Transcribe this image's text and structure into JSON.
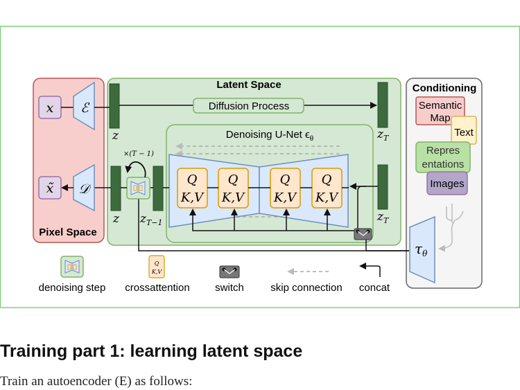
{
  "diagram": {
    "latent_space_label": "Latent Space",
    "pixel_space_label": "Pixel Space",
    "conditioning_label": "Conditioning",
    "diffusion_process_label": "Diffusion Process",
    "unet_label": "Denoising U-Net ϵ",
    "unet_sub": "θ",
    "x_symbol": "x",
    "xtilde_symbol": "x̃",
    "encoder_symbol": "ℰ",
    "decoder_symbol": "𝒟",
    "z_label": "z",
    "zT_label": "z",
    "zT_sub": "T",
    "zT1_label": "z",
    "zT1_sub": "T−1",
    "repeat_label": "×(T − 1)",
    "q_label": "Q",
    "kv_label": "K,V",
    "tau_label": "τ",
    "tau_sub": "θ",
    "conditioning_items": {
      "semantic_map": [
        "Semantic",
        "Map"
      ],
      "text": "Text",
      "representations": [
        "Repres",
        "entations"
      ],
      "images": "Images"
    },
    "legend": {
      "denoising_step": "denoising step",
      "crossattention": "crossattention",
      "switch": "switch",
      "skip_connection": "skip connection",
      "concat": "concat"
    },
    "colors": {
      "frame_border": "#7ed07e",
      "latent_bg": "#d5e8d4",
      "latent_border": "#82b366",
      "pixel_bg": "#f8cecc",
      "pixel_border": "#b85450",
      "cond_bg": "#f5f5f5",
      "cond_border": "#666666",
      "block_blue_bg": "#dae8fc",
      "block_blue_border": "#6c8ebf",
      "attn_bg": "#ffe6cc",
      "attn_border": "#d79b00",
      "dark_green": "#3d6b3d",
      "purple_bg": "#e1d5e7",
      "purple_border": "#9673a6",
      "yellow_bg": "#fff2cc",
      "yellow_border": "#d6b656",
      "images_bg": "#b3a6c9"
    }
  },
  "section": {
    "title": "Training part 1: learning latent space",
    "text": "Train an autoencoder (E) as follows:"
  }
}
